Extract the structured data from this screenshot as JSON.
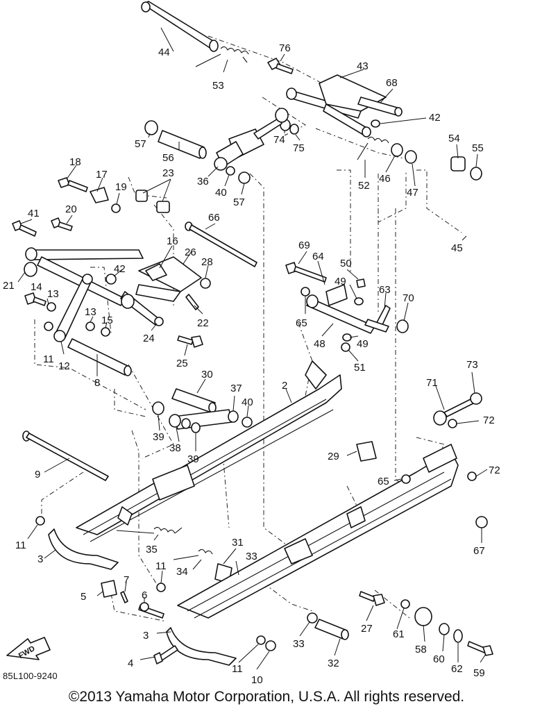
{
  "diagram_code": "85L100-9240",
  "copyright": "©2013 Yamaha Motor Corporation, U.S.A. All rights reserved.",
  "fwd_label": "FWD",
  "parts": [
    {
      "id": "p44",
      "label": "44"
    },
    {
      "id": "p53",
      "label": "53"
    },
    {
      "id": "p76",
      "label": "76"
    },
    {
      "id": "p43",
      "label": "43"
    },
    {
      "id": "p68",
      "label": "68"
    },
    {
      "id": "p42a",
      "label": "42"
    },
    {
      "id": "p57a",
      "label": "57"
    },
    {
      "id": "p56",
      "label": "56"
    },
    {
      "id": "p74",
      "label": "74"
    },
    {
      "id": "p75",
      "label": "75"
    },
    {
      "id": "p54",
      "label": "54"
    },
    {
      "id": "p55",
      "label": "55"
    },
    {
      "id": "p18",
      "label": "18"
    },
    {
      "id": "p17",
      "label": "17"
    },
    {
      "id": "p23",
      "label": "23"
    },
    {
      "id": "p36",
      "label": "36"
    },
    {
      "id": "p40a",
      "label": "40"
    },
    {
      "id": "p57b",
      "label": "57"
    },
    {
      "id": "p52",
      "label": "52"
    },
    {
      "id": "p46",
      "label": "46"
    },
    {
      "id": "p47",
      "label": "47"
    },
    {
      "id": "p19",
      "label": "19"
    },
    {
      "id": "p41",
      "label": "41"
    },
    {
      "id": "p20",
      "label": "20"
    },
    {
      "id": "p66",
      "label": "66"
    },
    {
      "id": "p16",
      "label": "16"
    },
    {
      "id": "p26",
      "label": "26"
    },
    {
      "id": "p69",
      "label": "69"
    },
    {
      "id": "p45",
      "label": "45"
    },
    {
      "id": "p28",
      "label": "28"
    },
    {
      "id": "p42b",
      "label": "42"
    },
    {
      "id": "p64",
      "label": "64"
    },
    {
      "id": "p50",
      "label": "50"
    },
    {
      "id": "p21",
      "label": "21"
    },
    {
      "id": "p14",
      "label": "14"
    },
    {
      "id": "p13a",
      "label": "13"
    },
    {
      "id": "p49a",
      "label": "49"
    },
    {
      "id": "p63",
      "label": "63"
    },
    {
      "id": "p70",
      "label": "70"
    },
    {
      "id": "p13b",
      "label": "13"
    },
    {
      "id": "p15",
      "label": "15"
    },
    {
      "id": "p22",
      "label": "22"
    },
    {
      "id": "p65a",
      "label": "65"
    },
    {
      "id": "p24",
      "label": "24"
    },
    {
      "id": "p48",
      "label": "48"
    },
    {
      "id": "p49b",
      "label": "49"
    },
    {
      "id": "p11a",
      "label": "11"
    },
    {
      "id": "p12",
      "label": "12"
    },
    {
      "id": "p25",
      "label": "25"
    },
    {
      "id": "p51",
      "label": "51"
    },
    {
      "id": "p73",
      "label": "73"
    },
    {
      "id": "p8",
      "label": "8"
    },
    {
      "id": "p30",
      "label": "30"
    },
    {
      "id": "p37",
      "label": "37"
    },
    {
      "id": "p2",
      "label": "2"
    },
    {
      "id": "p71",
      "label": "71"
    },
    {
      "id": "p40b",
      "label": "40"
    },
    {
      "id": "p72a",
      "label": "72"
    },
    {
      "id": "p39a",
      "label": "39"
    },
    {
      "id": "p38",
      "label": "38"
    },
    {
      "id": "p39b",
      "label": "39"
    },
    {
      "id": "p29",
      "label": "29"
    },
    {
      "id": "p9",
      "label": "9"
    },
    {
      "id": "p72b",
      "label": "72"
    },
    {
      "id": "p65b",
      "label": "65"
    },
    {
      "id": "p11b",
      "label": "11"
    },
    {
      "id": "p35",
      "label": "35"
    },
    {
      "id": "p67",
      "label": "67"
    },
    {
      "id": "p3a",
      "label": "3"
    },
    {
      "id": "p31",
      "label": "31"
    },
    {
      "id": "p33a",
      "label": "33"
    },
    {
      "id": "p34",
      "label": "34"
    },
    {
      "id": "p11c",
      "label": "11"
    },
    {
      "id": "p7",
      "label": "7"
    },
    {
      "id": "p5",
      "label": "5"
    },
    {
      "id": "p6",
      "label": "6"
    },
    {
      "id": "p27",
      "label": "27"
    },
    {
      "id": "p61",
      "label": "61"
    },
    {
      "id": "p3b",
      "label": "3"
    },
    {
      "id": "p33b",
      "label": "33"
    },
    {
      "id": "p58",
      "label": "58"
    },
    {
      "id": "p60",
      "label": "60"
    },
    {
      "id": "p62",
      "label": "62"
    },
    {
      "id": "p32",
      "label": "32"
    },
    {
      "id": "p4",
      "label": "4"
    },
    {
      "id": "p11d",
      "label": "11"
    },
    {
      "id": "p10",
      "label": "10"
    },
    {
      "id": "p59",
      "label": "59"
    }
  ]
}
